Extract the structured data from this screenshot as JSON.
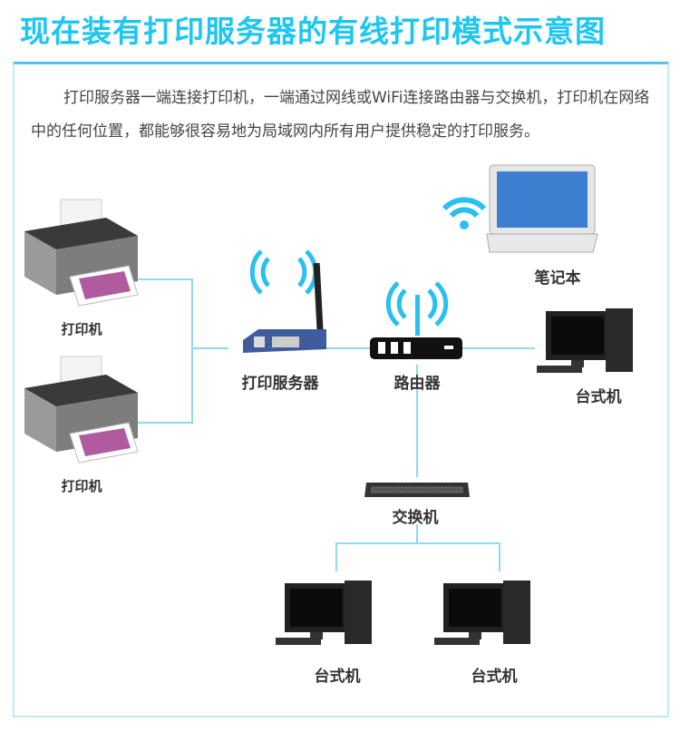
{
  "title": "现在装有打印服务器的有线打印模式示意图",
  "intro": "打印服务器一端连接打印机，一端通过网线或WiFi连接路由器与交换机，打印机在网络中的任何位置，都能够很容易地为局域网内所有用户提供稳定的打印服务。",
  "labels": {
    "printer1": "打印机",
    "printer2": "打印机",
    "print_server": "打印服务器",
    "router": "路由器",
    "laptop": "笔记本",
    "desktop_right": "台式机",
    "switch": "交换机",
    "desktop_left": "台式机",
    "desktop_mid": "台式机"
  },
  "colors": {
    "accent": "#1ec6f0",
    "line": "#8ed8f2",
    "wifi": "#29c0f0"
  }
}
